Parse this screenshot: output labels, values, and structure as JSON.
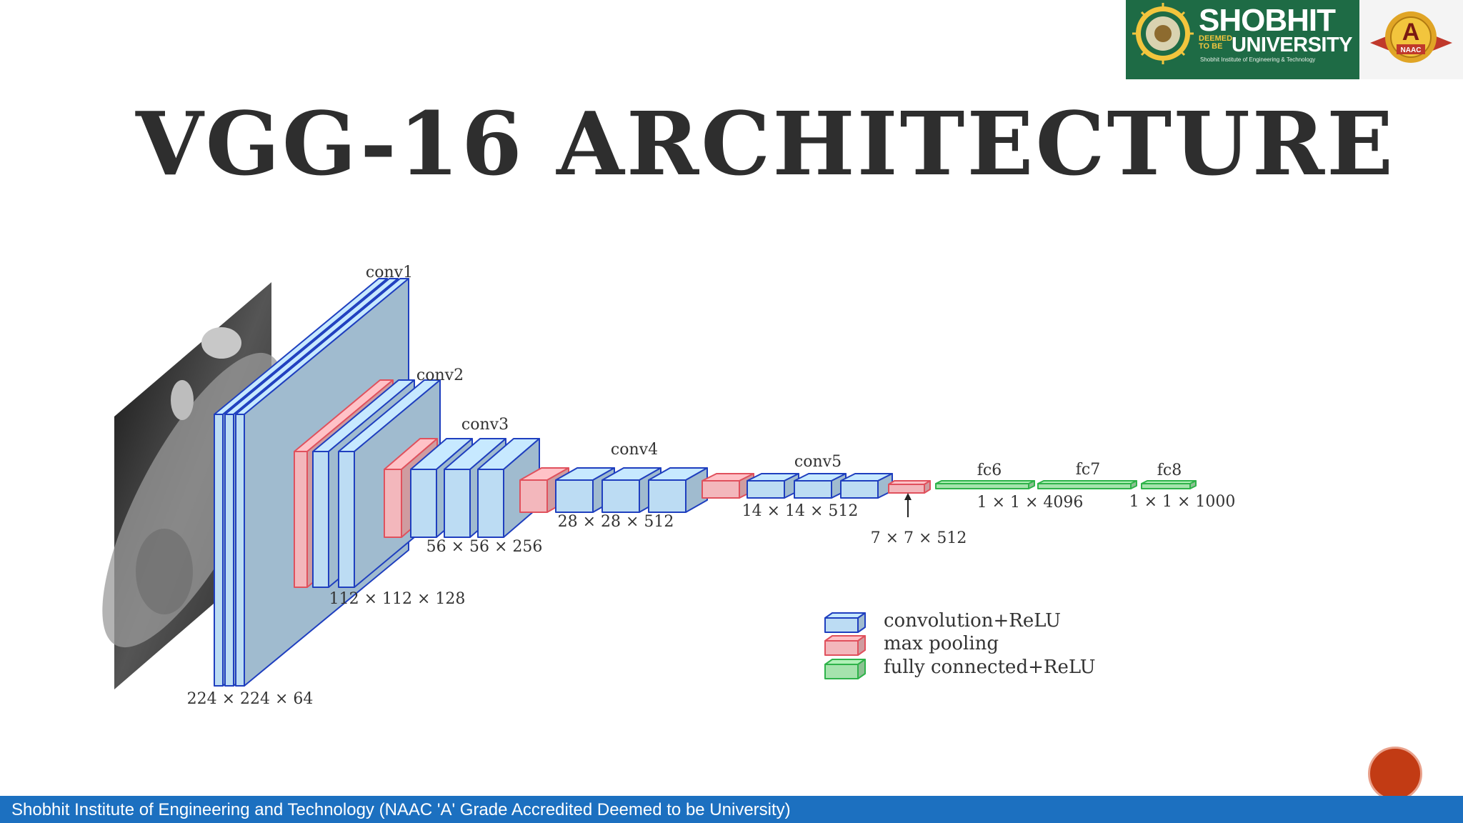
{
  "logo": {
    "name": "SHOBHIT",
    "deemed": "DEEMED TO BE",
    "university": "UNIVERSITY",
    "subtitle": "Shobhit Institute of Engineering & Technology",
    "badge_grade": "A",
    "badge_label": "NAAC"
  },
  "slide": {
    "title": "VGG-16 ARCHITECTURE"
  },
  "diagram": {
    "stages": [
      {
        "label": "conv1",
        "dims": "224 × 224 × 64"
      },
      {
        "label": "conv2",
        "dims": "112 × 112 × 128"
      },
      {
        "label": "conv3",
        "dims": "56 × 56 × 256"
      },
      {
        "label": "conv4",
        "dims": "28 × 28 × 512"
      },
      {
        "label": "conv5",
        "dims": "14 × 14 × 512"
      }
    ],
    "pool_output": "7 × 7 × 512",
    "fc": [
      {
        "label": "fc6"
      },
      {
        "label": "fc7"
      },
      {
        "label": "fc8"
      }
    ],
    "fc67_dims": "1 × 1 × 4096",
    "fc8_dims": "1 × 1 × 1000",
    "legend": [
      {
        "label": "convolution+ReLU",
        "color": "#a9d1ef"
      },
      {
        "label": "max pooling",
        "color": "#f2b6bb"
      },
      {
        "label": "fully connected+ReLU",
        "color": "#9fe0a6"
      }
    ]
  },
  "colors": {
    "conv_fill": "#bcdcf3",
    "conv_stroke": "#1f3fbf",
    "pool_fill": "#f3b7bc",
    "pool_stroke": "#e0515d",
    "fc_fill": "#a6e3ad",
    "fc_stroke": "#2fb34a",
    "footer_bg": "#1c70c0",
    "logo_green": "#1e6b45"
  },
  "footer": {
    "text": "Shobhit Institute of Engineering and Technology (NAAC 'A' Grade Accredited Deemed to be University)"
  }
}
